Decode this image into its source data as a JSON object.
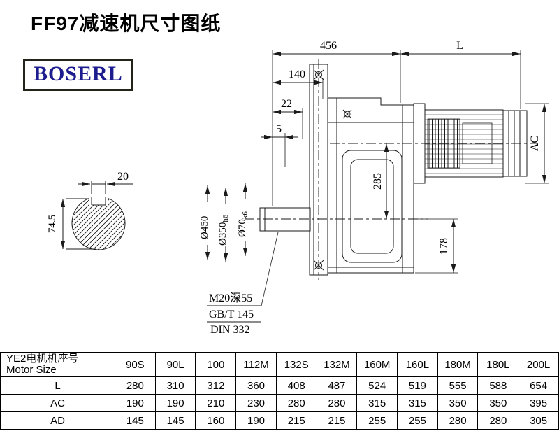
{
  "page": {
    "title": "FF97减速机尺寸图纸",
    "logo": "BOSERL"
  },
  "drawing": {
    "dims": {
      "overall_top": "456",
      "motor_length": "L",
      "d140": "140",
      "d22": "22",
      "d5": "5",
      "d285": "285",
      "ac": "AC",
      "d178": "178",
      "key_width": "20",
      "section_height": "74.5",
      "flange_od": "Ø450",
      "spigot_d": "Ø350",
      "spigot_tol": "h6",
      "shaft_d": "Ø70",
      "shaft_tol": "k6"
    },
    "notes": [
      "M20深55",
      "GB/T 145",
      "DIN 332"
    ]
  },
  "table": {
    "header": {
      "label_line1": "YE2电机机座号",
      "label_line2": "Motor Size",
      "columns": [
        "90S",
        "90L",
        "100",
        "112M",
        "132S",
        "132M",
        "160M",
        "160L",
        "180M",
        "180L",
        "200L"
      ]
    },
    "rows": [
      {
        "label": "L",
        "values": [
          "280",
          "310",
          "312",
          "360",
          "408",
          "487",
          "524",
          "519",
          "555",
          "588",
          "654"
        ]
      },
      {
        "label": "AC",
        "values": [
          "190",
          "190",
          "210",
          "230",
          "280",
          "280",
          "315",
          "315",
          "350",
          "350",
          "395"
        ]
      },
      {
        "label": "AD",
        "values": [
          "145",
          "145",
          "160",
          "190",
          "215",
          "215",
          "255",
          "255",
          "280",
          "280",
          "305"
        ]
      }
    ]
  }
}
